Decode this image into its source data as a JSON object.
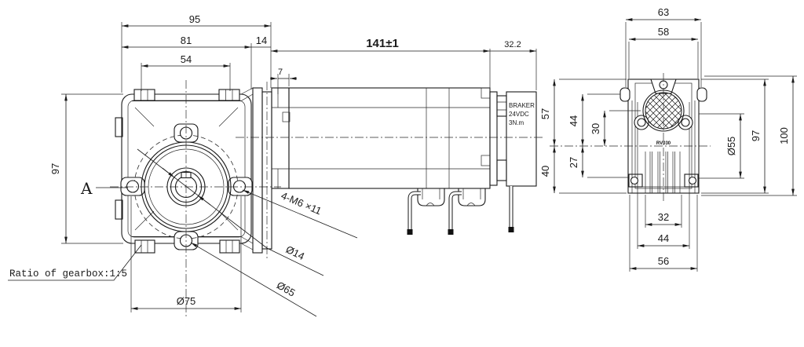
{
  "views": {
    "front": {
      "dim_width_total": "95",
      "dim_width_body": "81",
      "dim_width_tabs": "54",
      "dim_flange_width": "14",
      "dim_height": "97",
      "section_label": "A",
      "ratio_note": "Ratio of gearbox:1:5",
      "label_bolt_holes": "4-M6 ×11",
      "label_shaft_bore": "Ø14",
      "label_bolt_circle": "Ø65",
      "dim_pilot_dia": "Ø75"
    },
    "side": {
      "dim_motor_length": "141±1",
      "dim_brake_length": "32.2",
      "dim_step": "7",
      "brake_label_lines": [
        "BRAKER",
        "24VDC",
        "3N.m"
      ]
    },
    "back": {
      "dim_top_outer": "63",
      "dim_top_inner": "58",
      "dim_upper_half": "57",
      "dim_flange_half": "44",
      "dim_fan_offset": "30",
      "dim_foot_offset": "27",
      "dim_lower_half": "40",
      "dim_fan_dia": "Ø55",
      "dim_body_height": "97",
      "dim_total_height": "100",
      "dim_pin_span": "32",
      "dim_slot_span": "44",
      "dim_base_width": "56",
      "model": "RV030"
    }
  },
  "colors": {
    "ink": "#1a1a1a",
    "paper": "#ffffff"
  }
}
